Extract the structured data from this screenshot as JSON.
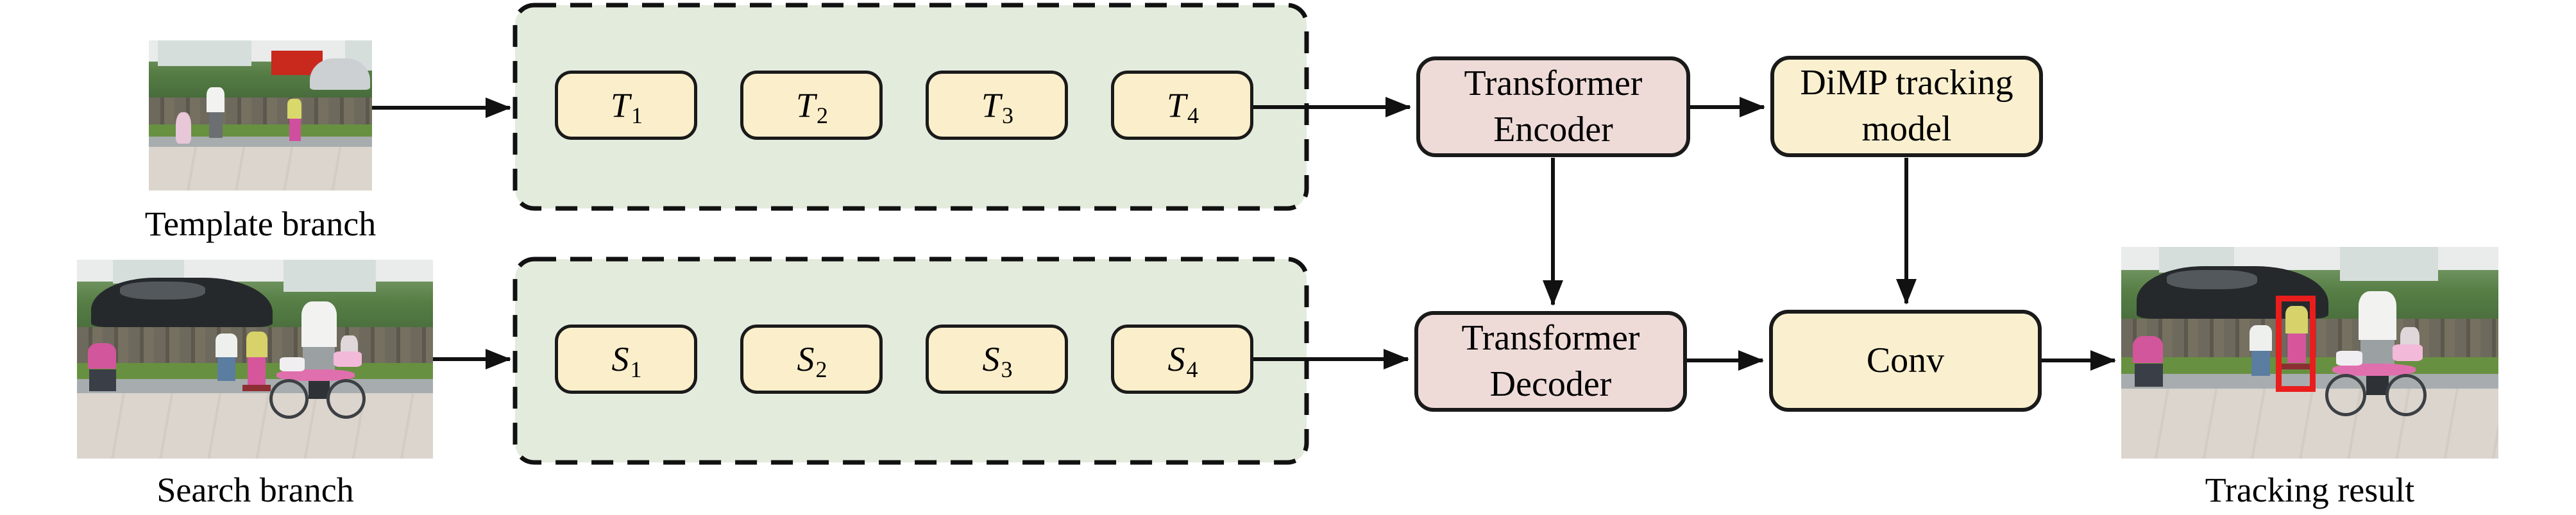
{
  "labels": {
    "template_branch": "Template branch",
    "search_branch": "Search branch",
    "tracking_result": "Tracking result"
  },
  "nodes": {
    "encoder": {
      "line1": "Transformer",
      "line2": "Encoder"
    },
    "decoder": {
      "line1": "Transformer",
      "line2": "Decoder"
    },
    "dimp": {
      "line1": "DiMP tracking",
      "line2": "model"
    },
    "conv": {
      "label": "Conv"
    }
  },
  "template_blocks": [
    {
      "base": "T",
      "sub": "1"
    },
    {
      "base": "T",
      "sub": "2"
    },
    {
      "base": "T",
      "sub": "3"
    },
    {
      "base": "T",
      "sub": "4"
    }
  ],
  "search_blocks": [
    {
      "base": "S",
      "sub": "1"
    },
    {
      "base": "S",
      "sub": "2"
    },
    {
      "base": "S",
      "sub": "3"
    },
    {
      "base": "S",
      "sub": "4"
    }
  ],
  "colors": {
    "group_fill": "#e3ebdd",
    "block_fill": "#fbeecb",
    "pink_fill": "#eedbd8",
    "yellow_fill": "#faf0cf",
    "line": "#111111",
    "bbox_red": "#ea1d1d",
    "background": "#ffffff"
  }
}
